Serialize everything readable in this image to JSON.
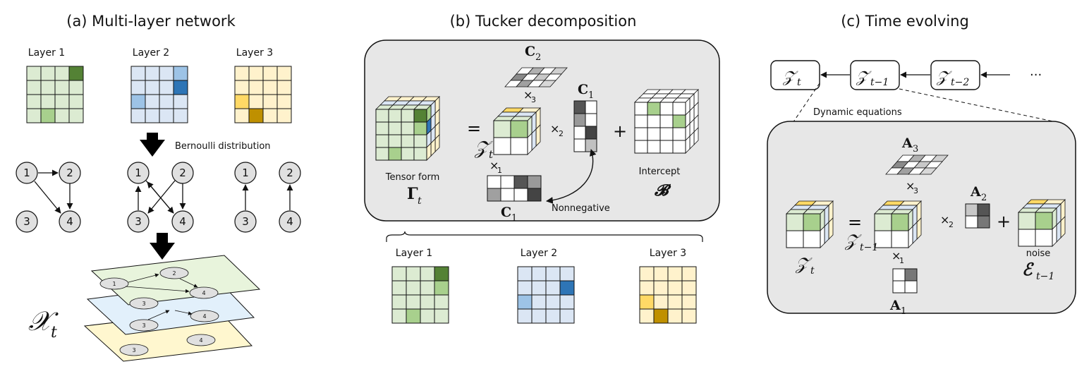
{
  "panels": {
    "a": {
      "title": "(a) Multi-layer network",
      "layer_labels": [
        "Layer 1",
        "Layer 2",
        "Layer 3"
      ],
      "arrow_label": "Bernoulli distribution",
      "stack_symbol": "𝒳",
      "stack_subscript": "t",
      "node_labels": [
        "1",
        "2",
        "3",
        "4"
      ]
    },
    "b": {
      "title": "(b) Tucker decomposition",
      "tensor_form_label": "Tensor form",
      "gamma_symbol": "Γ",
      "gamma_sub": "t",
      "equals": "=",
      "plus": "+",
      "core_symbol": "𝒵",
      "core_sub": "t",
      "mode1": "×",
      "mode1_sub": "1",
      "mode2": "×",
      "mode2_sub": "2",
      "mode3": "×",
      "mode3_sub": "3",
      "c1_symbol": "C",
      "c1_sub": "1",
      "c2_symbol": "C",
      "c2_sub": "2",
      "c1_bottom_symbol": "C",
      "c1_bottom_sub": "1",
      "intercept_label": "Intercept",
      "intercept_symbol": "𝓑",
      "nonnegative_label": "Nonnegative",
      "layer_labels": [
        "Layer 1",
        "Layer 2",
        "Layer 3"
      ]
    },
    "c": {
      "title": "(c) Time evolving",
      "chain": [
        {
          "symbol": "𝒵",
          "sub": "t"
        },
        {
          "symbol": "𝒵",
          "sub": "t−1"
        },
        {
          "symbol": "𝒵",
          "sub": "t−2"
        }
      ],
      "ellipsis": "···",
      "dynamic_label": "Dynamic equations",
      "lhs_symbol": "𝒵",
      "lhs_sub": "t",
      "equals": "=",
      "plus": "+",
      "core_symbol": "𝒵",
      "core_sub": "t−1",
      "a1_symbol": "A",
      "a1_sub": "1",
      "a2_symbol": "A",
      "a2_sub": "2",
      "a3_symbol": "A",
      "a3_sub": "3",
      "mode1": "×",
      "mode1_sub": "1",
      "mode2": "×",
      "mode2_sub": "2",
      "mode3": "×",
      "mode3_sub": "3",
      "noise_label": "noise",
      "noise_symbol": "ℰ",
      "noise_sub": "t−1"
    }
  },
  "colors": {
    "green_light": "#dcebd2",
    "green_mid": "#a8d08d",
    "green_dark": "#548235",
    "blue_light": "#dbe6f4",
    "blue_mid": "#9dc3e6",
    "blue_dark": "#2e75b6",
    "yellow_light": "#fff2cc",
    "yellow_mid": "#ffd966",
    "yellow_dark": "#bf9000",
    "panel_gray": "#e7e7e7",
    "node_fill": "#e0e0e0"
  }
}
